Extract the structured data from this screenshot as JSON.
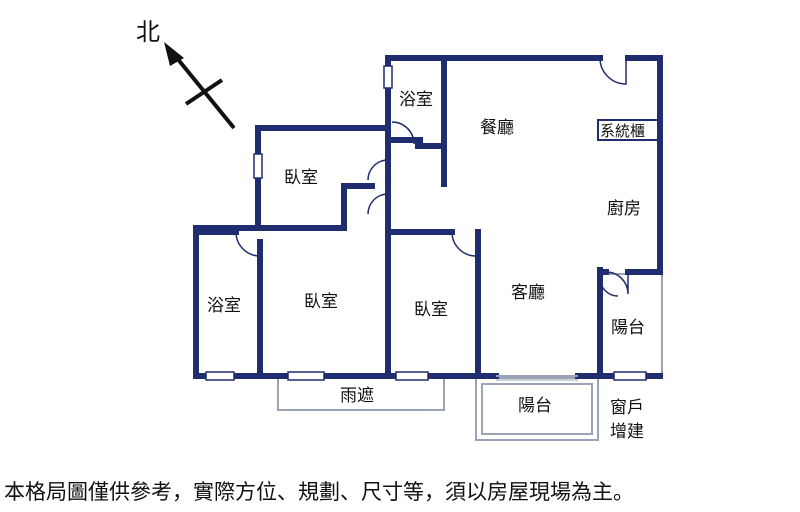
{
  "compass": {
    "label": "北"
  },
  "rooms": {
    "bath_top": "浴室",
    "dining": "餐廳",
    "cabinet": "系統櫃",
    "bedroom_top": "臥室",
    "kitchen": "廚房",
    "bath_left": "浴室",
    "bedroom_mid": "臥室",
    "bedroom_right": "臥室",
    "living": "客廳",
    "balcony_right": "陽台",
    "canopy": "雨遮",
    "balcony_bottom": "陽台",
    "window_addition_1": "窗戶",
    "window_addition_2": "增建"
  },
  "disclaimer": "本格局圖僅供參考，實際方位、規劃、尺寸等，須以房屋現場為主。",
  "colors": {
    "wall": "#1f2d6e",
    "outline": "#9aa3b8",
    "text": "#111111"
  }
}
